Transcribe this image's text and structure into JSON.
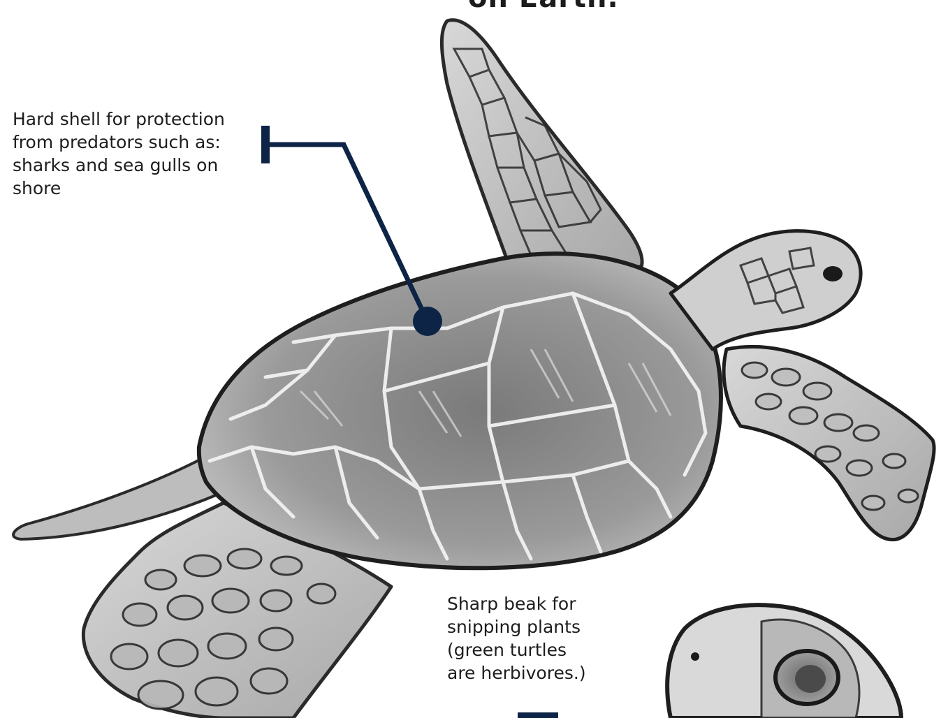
{
  "page": {
    "title_fragment": "on Earth."
  },
  "annotations": [
    {
      "id": "shell",
      "text": "Hard shell for protection\nfrom predators such as:\nsharks and sea gulls on\nshore"
    },
    {
      "id": "beak",
      "text": "Sharp beak for\nsnipping plants\n(green turtles\nare herbivores.)"
    }
  ],
  "colors": {
    "callout": "#0d2447",
    "pencil": "#2a2a2a",
    "shell_fill": "#8c8c8c",
    "flipper_fill": "#c9c9c9"
  },
  "illustration": {
    "subject": "sea-turtle-sketch",
    "inset_subject": "turtle-head-closeup"
  }
}
